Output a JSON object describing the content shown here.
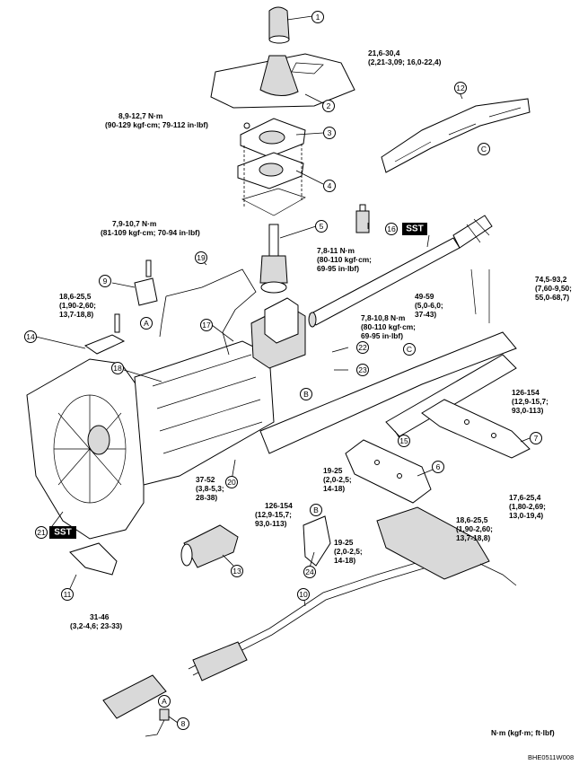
{
  "callouts": [
    {
      "n": "1"
    },
    {
      "n": "2"
    },
    {
      "n": "3"
    },
    {
      "n": "4"
    },
    {
      "n": "5"
    },
    {
      "n": "6"
    },
    {
      "n": "7"
    },
    {
      "n": "8"
    },
    {
      "n": "9"
    },
    {
      "n": "10"
    },
    {
      "n": "11"
    },
    {
      "n": "12"
    },
    {
      "n": "13"
    },
    {
      "n": "14"
    },
    {
      "n": "15"
    },
    {
      "n": "16"
    },
    {
      "n": "17"
    },
    {
      "n": "18"
    },
    {
      "n": "19"
    },
    {
      "n": "20"
    },
    {
      "n": "21"
    },
    {
      "n": "22"
    },
    {
      "n": "23"
    },
    {
      "n": "24"
    }
  ],
  "letters": {
    "a": "A",
    "b": "B",
    "c": "C"
  },
  "sst": "SST",
  "torques": {
    "t_21_6": [
      "21,6-30,4",
      "(2,21-3,09; 16,0-22,4)"
    ],
    "t_8_9": [
      "8,9-12,7 N·m",
      "(90-129 kgf·cm; 79-112 in·lbf)"
    ],
    "t_7_9": [
      "7,9-10,7 N·m",
      "(81-109 kgf·cm; 70-94 in·lbf)"
    ],
    "t_7_8": [
      "7,8-11 N·m",
      "(80-110 kgf·cm;",
      "69-95 in·lbf)"
    ],
    "t_18_6_a": [
      "18,6-25,5",
      "(1,90-2,60;",
      "13,7-18,8)"
    ],
    "t_49": [
      "49-59",
      "(5,0-6,0;",
      "37-43)"
    ],
    "t_74": [
      "74,5-93,2",
      "(7,60-9,50;",
      "55,0-68,7)"
    ],
    "t_7_8_b": [
      "7,8-10,8 N·m",
      "(80-110 kgf·cm;",
      "69-95 in·lbf)"
    ],
    "t_126_a": [
      "126-154",
      "(12,9-15,7;",
      "93,0-113)"
    ],
    "t_37": [
      "37-52",
      "(3,8-5,3;",
      "28-38)"
    ],
    "t_19_a": [
      "19-25",
      "(2,0-2,5;",
      "14-18)"
    ],
    "t_126_b": [
      "126-154",
      "(12,9-15,7;",
      "93,0-113)"
    ],
    "t_17_6": [
      "17,6-25,4",
      "(1,80-2,69;",
      "13,0-19,4)"
    ],
    "t_18_6_b": [
      "18,6-25,5",
      "(1,90-2,60;",
      "13,7-18,8)"
    ],
    "t_19_b": [
      "19-25",
      "(2,0-2,5;",
      "14-18)"
    ],
    "t_31": [
      "31-46",
      "(3,2-4,6; 23-33)"
    ]
  },
  "units": "N·m (kgf·m; ft·lbf)",
  "code": "BHE0511W008"
}
